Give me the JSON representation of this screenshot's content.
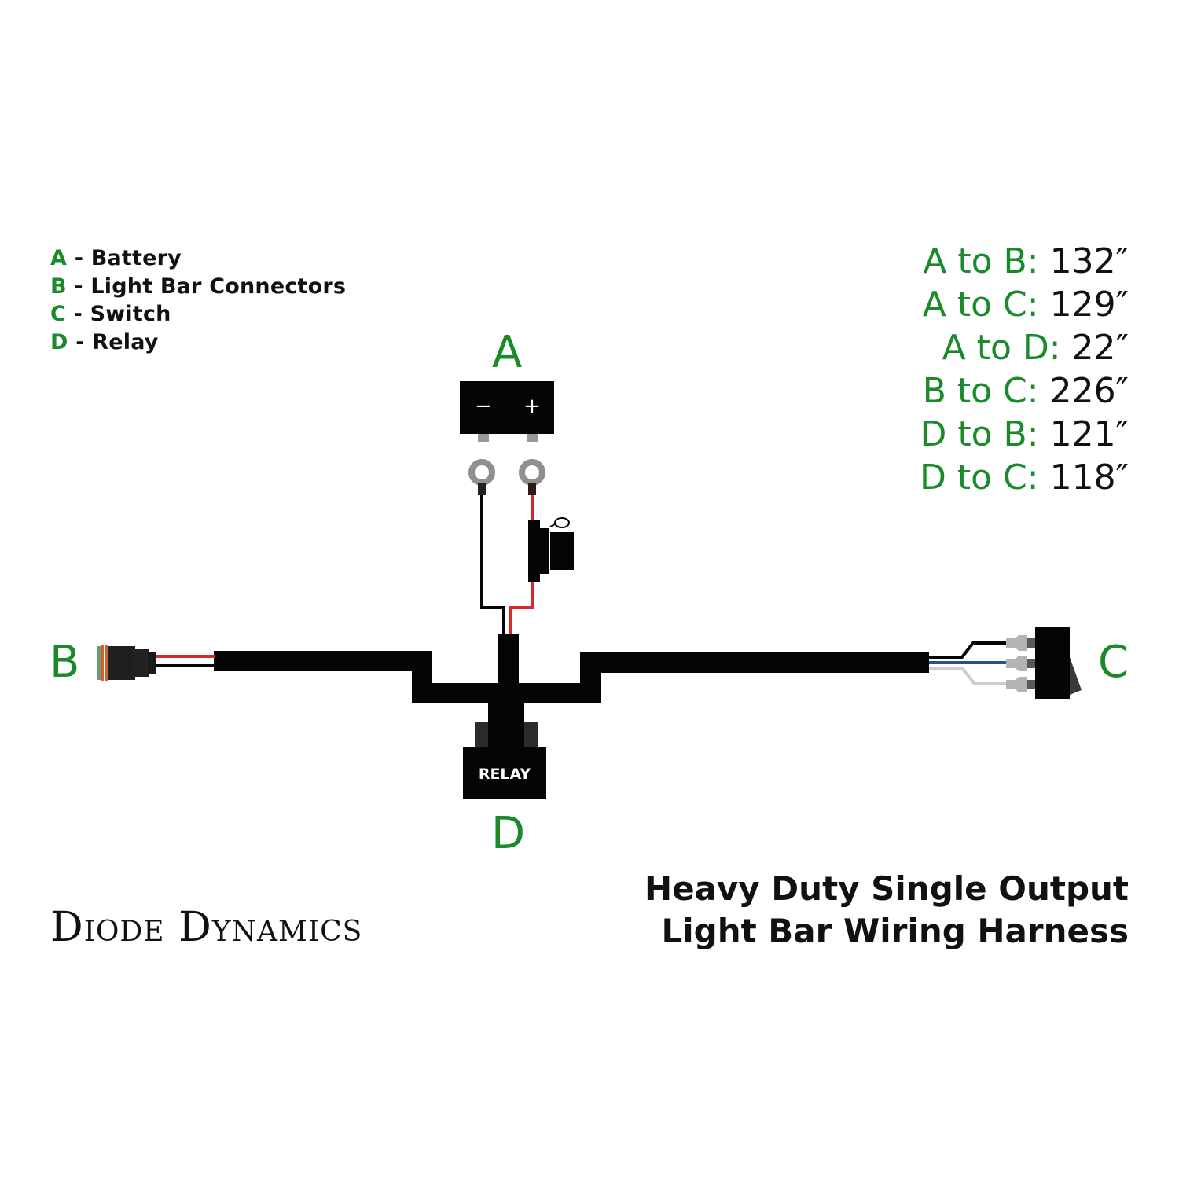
{
  "legend": {
    "items": [
      {
        "key": "A",
        "sep": " - ",
        "label": "Battery"
      },
      {
        "key": "B",
        "sep": " - ",
        "label": "Light Bar Connectors"
      },
      {
        "key": "C",
        "sep": " - ",
        "label": "Switch"
      },
      {
        "key": "D",
        "sep": " - ",
        "label": "Relay"
      }
    ]
  },
  "lengths": {
    "items": [
      {
        "label": "A to B:",
        "value": "132″"
      },
      {
        "label": "A to C:",
        "value": "129″"
      },
      {
        "label": "A to D:",
        "value": "22″"
      },
      {
        "label": "B to C:",
        "value": "226″"
      },
      {
        "label": "D to B:",
        "value": "121″"
      },
      {
        "label": "D to C:",
        "value": "118″"
      }
    ]
  },
  "markers": {
    "a": "A",
    "b": "B",
    "c": "C",
    "d": "D"
  },
  "battery": {
    "minus": "−",
    "plus": "+"
  },
  "relay": {
    "label": "RELAY"
  },
  "brand": {
    "name": "Diode Dynamics"
  },
  "title": {
    "line1": "Heavy Duty Single Output",
    "line2": "Light Bar Wiring Harness"
  },
  "colors": {
    "accent_green": "#1a8a2a",
    "harness_black": "#050505",
    "wire_red": "#d42a2a",
    "wire_blue": "#2a4f8f",
    "wire_white": "#cccccc",
    "terminal_gray": "#8f8f8f",
    "connector_orange": "#d2602e",
    "connector_green": "#6e9a72"
  }
}
